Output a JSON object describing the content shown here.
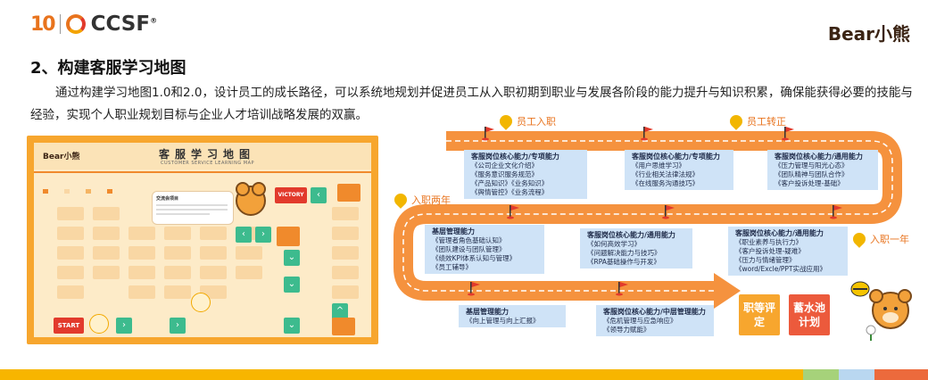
{
  "header": {
    "logo_left_number": "10",
    "logo_left_brand": "CCSF",
    "logo_right_brand": "Bear小熊"
  },
  "section": {
    "title": "2、构建客服学习地图",
    "paragraph": "通过构建学习地图1.0和2.0，设计员工的成长路径，可以系统地规划并促进员工从入职初期到职业与发展各阶段的能力提升与知识积累，确保能获得必要的技能与经验，实现个人职业规划目标与企业人才培训战略发展的双赢。"
  },
  "map": {
    "brand": "Bear小熊",
    "title": "客服学习地图",
    "subtitle": "CUSTOMER SERVICE LEARNING MAP",
    "bubble_title": "交流会项目",
    "victory": "VICTORY",
    "start": "START"
  },
  "roadmap": {
    "milestones": [
      "员工入职",
      "员工转正",
      "入职两年",
      "入职一年"
    ],
    "cards": [
      {
        "heading": "客服岗位核心能力/专项能力",
        "items": [
          "《公司企业文化介绍》",
          "《服务意识服务规范》",
          "《产品知识》《业务知识》",
          "《舆情管控》《业务流程》"
        ]
      },
      {
        "heading": "客服岗位核心能力/专项能力",
        "items": [
          "《用户思维学习》",
          "《行业相关法律法规》",
          "《在线服务沟通技巧》"
        ]
      },
      {
        "heading": "客服岗位核心能力/通用能力",
        "items": [
          "《压力管理与阳光心态》",
          "《团队精神与团队合作》",
          "《客户投诉处理-基础》"
        ]
      },
      {
        "heading": "基层管理能力",
        "items": [
          "《管理者角色基础认知》",
          "《团队建设与团队管理》",
          "《绩效KPI体系认知与管理》",
          "《员工辅导》"
        ]
      },
      {
        "heading": "客服岗位核心能力/通用能力",
        "items": [
          "《如何高效学习》",
          "《问题解决能力与技巧》",
          "《RPA基础操作与开发》"
        ]
      },
      {
        "heading": "客服岗位核心能力/通用能力",
        "items": [
          "《职业素养与执行力》",
          "《客户投诉处理-疑难》",
          "《压力与情绪管理》",
          "《word/Excle/PPT实战应用》"
        ]
      },
      {
        "heading": "基层管理能力",
        "items": [
          "《向上管理与向上汇报》"
        ]
      },
      {
        "heading": "客服岗位核心能力/中层管理能力",
        "items": [
          "《危机管理与应急响应》",
          "《领导力赋能》"
        ]
      }
    ],
    "box1": "职等评定",
    "box2": "蓄水池计划"
  },
  "colors": {
    "orange": "#f08a2c",
    "road": "#f5923e",
    "card": "#cfe3f7",
    "red": "#e23a2c",
    "yellow": "#f2b600",
    "box_orange": "#f7a62e",
    "box_red": "#ec5a3c"
  }
}
